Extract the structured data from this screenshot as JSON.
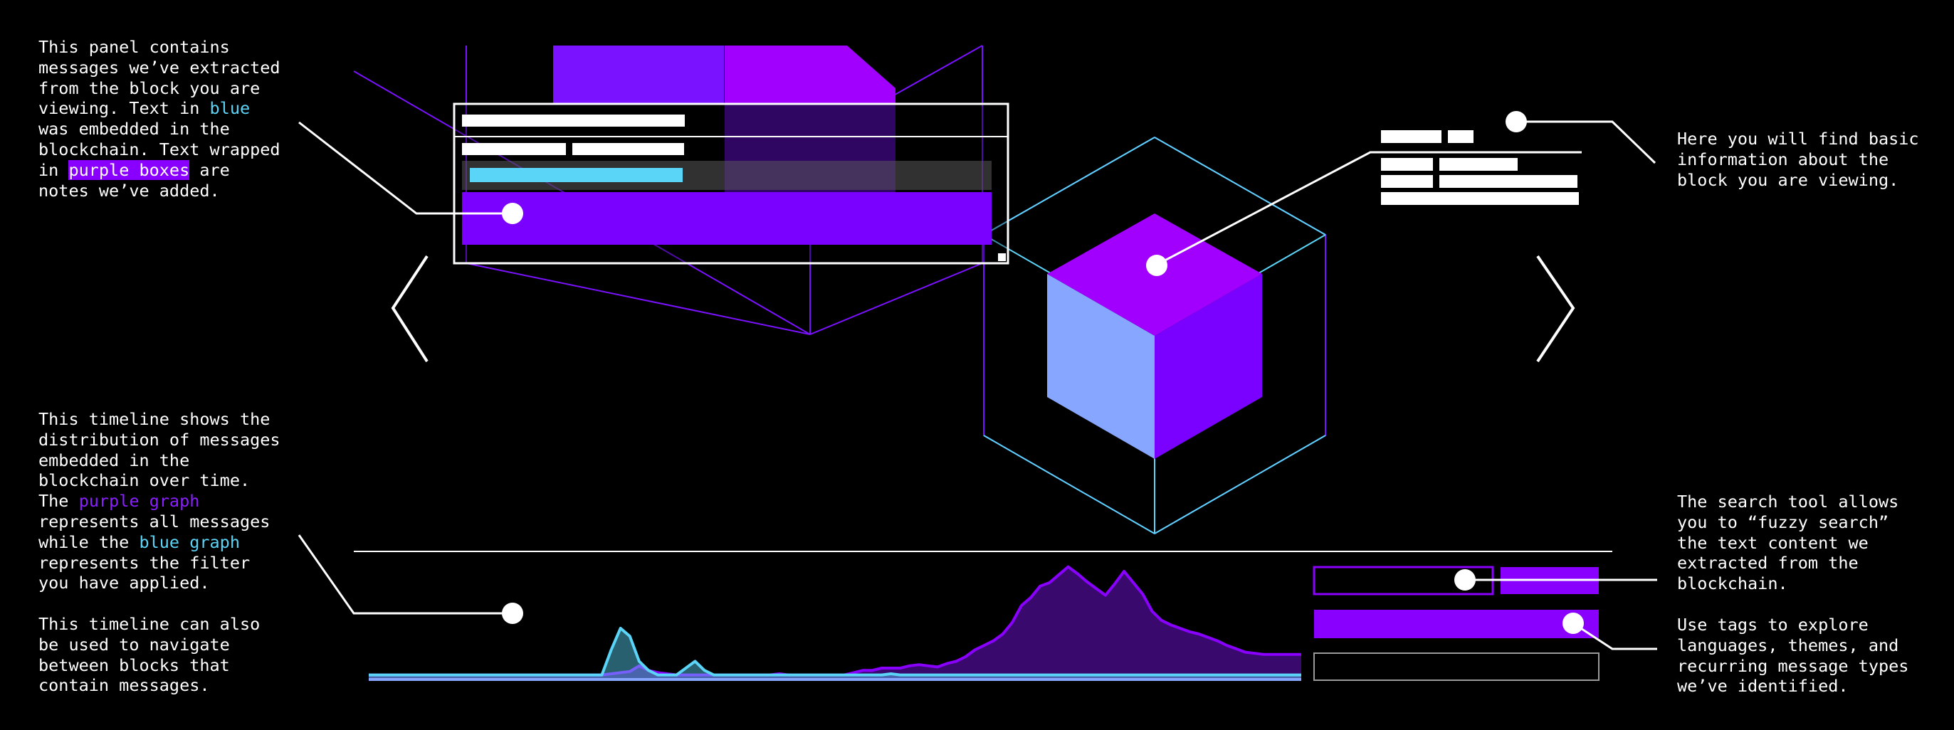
{
  "colors": {
    "background": "#000000",
    "blue": "#5bd5f7",
    "purple": "#8a00ff",
    "deep_purple": "#3d0a73",
    "light_blue_face": "#87a6ff",
    "white": "#ffffff"
  },
  "annotations": {
    "panel": {
      "l1": "This panel contains",
      "l2": "messages we’ve extracted",
      "l3": "from the block you are",
      "l4_pre": "viewing. Text in ",
      "l4_blue": "blue",
      "l5": "was embedded in the",
      "l6": "blockchain. Text wrapped",
      "l7_pre": "in ",
      "l7_box": "purple boxes",
      "l7_post": " are",
      "l8": "notes we’ve added."
    },
    "block_info": {
      "l1": "Here you will find basic",
      "l2": "information about the",
      "l3": "block you are viewing."
    },
    "timeline": {
      "l1": "This timeline shows the",
      "l2": "distribution of messages",
      "l3": "embedded in the",
      "l4": "blockchain over time.",
      "l5_pre": "The ",
      "l5_purple": "purple graph",
      "l6": "represents all messages",
      "l7_pre": "while the ",
      "l7_blue": "blue graph",
      "l8": "represents the filter",
      "l9": "you have applied.",
      "l10": "This timeline can also",
      "l11": "be used to navigate",
      "l12": "between blocks that",
      "l13": "contain messages."
    },
    "search": {
      "l1": "The search tool allows",
      "l2": "you to “fuzzy search”",
      "l3": "the text content we",
      "l4": "extracted from the",
      "l5": "blockchain."
    },
    "tags": {
      "l1": "Use tags to explore",
      "l2": "languages, themes, and",
      "l3": "recurring message types",
      "l4": "we’ve identified."
    }
  },
  "icons": {
    "prev": "chevron-left-icon",
    "next": "chevron-right-icon",
    "block": "cube-icon"
  },
  "chart_data": {
    "type": "area",
    "title": "",
    "xlabel": "",
    "ylabel": "",
    "grid": false,
    "legend": "none",
    "x": [
      0,
      1,
      2,
      3,
      4,
      5,
      6,
      7,
      8,
      9,
      10,
      11,
      12,
      13,
      14,
      15,
      16,
      17,
      18,
      19,
      20,
      21,
      22,
      23,
      24,
      25,
      26,
      27,
      28,
      29,
      30,
      31,
      32,
      33,
      34,
      35,
      36,
      37,
      38,
      39,
      40,
      41,
      42,
      43,
      44,
      45,
      46,
      47,
      48,
      49,
      50,
      51,
      52,
      53,
      54,
      55,
      56,
      57,
      58,
      59,
      60,
      61,
      62,
      63,
      64,
      65,
      66,
      67,
      68,
      69,
      70,
      71,
      72,
      73,
      74,
      75,
      76,
      77,
      78,
      79,
      80,
      81,
      82,
      83,
      84,
      85,
      86,
      87,
      88,
      89,
      90,
      91,
      92,
      93,
      94,
      95,
      96,
      97,
      98,
      99,
      100
    ],
    "ylim": [
      0,
      100
    ],
    "series": [
      {
        "key": "all_messages",
        "color": "#8a00ff",
        "values": [
          4,
          4,
          4,
          4,
          4,
          4,
          4,
          4,
          4,
          4,
          4,
          4,
          4,
          4,
          4,
          4,
          4,
          4,
          4,
          4,
          4,
          4,
          4,
          4,
          4,
          4,
          5,
          6,
          7,
          12,
          8,
          6,
          5,
          4,
          4,
          4,
          4,
          4,
          4,
          4,
          4,
          4,
          4,
          4,
          5,
          4,
          4,
          4,
          4,
          4,
          4,
          4,
          6,
          8,
          8,
          10,
          10,
          10,
          12,
          13,
          12,
          11,
          14,
          16,
          20,
          26,
          30,
          34,
          40,
          50,
          65,
          72,
          82,
          85,
          92,
          99,
          93,
          86,
          80,
          74,
          84,
          95,
          85,
          75,
          60,
          52,
          48,
          45,
          42,
          40,
          37,
          34,
          30,
          27,
          24,
          23,
          22,
          22,
          22,
          22,
          22
        ]
      },
      {
        "key": "filter",
        "color": "#5bd5f7",
        "values": [
          4,
          4,
          4,
          4,
          4,
          4,
          4,
          4,
          4,
          4,
          4,
          4,
          4,
          4,
          4,
          4,
          4,
          4,
          4,
          4,
          4,
          4,
          4,
          4,
          4,
          4,
          26,
          45,
          38,
          16,
          8,
          4,
          4,
          4,
          10,
          16,
          8,
          4,
          4,
          4,
          4,
          4,
          4,
          4,
          4,
          4,
          4,
          4,
          4,
          4,
          4,
          4,
          4,
          4,
          4,
          4,
          5,
          4,
          4,
          4,
          4,
          4,
          4,
          4,
          4,
          4,
          4,
          4,
          4,
          4,
          4,
          4,
          4,
          4,
          4,
          4,
          4,
          4,
          4,
          4,
          4,
          4,
          4,
          4,
          4,
          4,
          4,
          4,
          4,
          4,
          4,
          4,
          4,
          4,
          4,
          4,
          4,
          4,
          4,
          4,
          4
        ]
      }
    ]
  }
}
